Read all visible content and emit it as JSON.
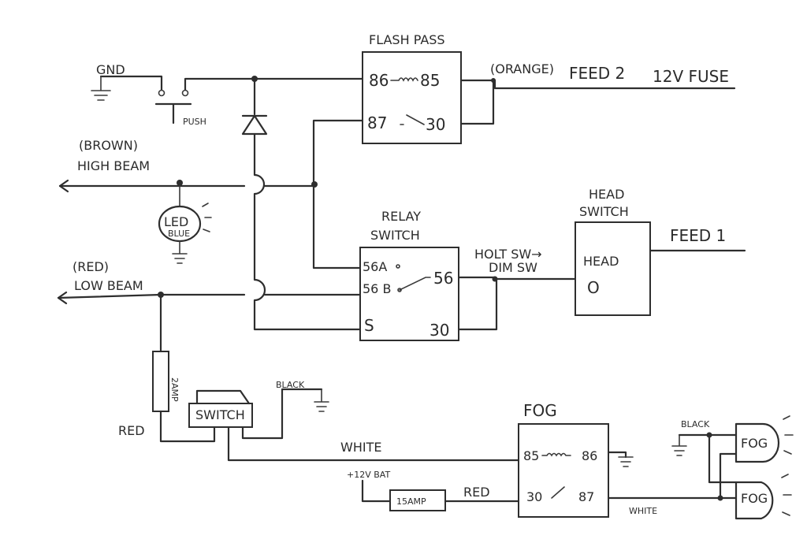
{
  "labels": {
    "gnd": "GND",
    "push": "PUSH",
    "flash_pass_title": "FLASH PASS",
    "fp_86": "86",
    "fp_85": "85",
    "fp_87": "87",
    "fp_30": "30",
    "orange": "(ORANGE)",
    "feed2": "FEED 2",
    "fuse": "12V FUSE",
    "brown": "(BROWN)",
    "high_beam": "HIGH BEAM",
    "led": "LED",
    "led_blue": "BLUE",
    "relay_switch_line1": "RELAY",
    "relay_switch_line2": "SWITCH",
    "rs_56a": "56A",
    "rs_56b": "56 B",
    "rs_56": "56",
    "rs_s": "S",
    "rs_30": "30",
    "holt_sw": "HOLT SW→",
    "dim_sw": "DIM SW",
    "head_switch_line1": "HEAD",
    "head_switch_line2": "SWITCH",
    "head": "HEAD",
    "head_o": "O",
    "feed1": "FEED 1",
    "red_paren": "(RED)",
    "low_beam": "LOW BEAM",
    "amp2": "2AMP",
    "red1": "RED",
    "switch": "SWITCH",
    "black1": "BLACK",
    "fog_title": "FOG",
    "white1": "WHITE",
    "fog_85": "85",
    "fog_86": "86",
    "fog_30": "30",
    "fog_87": "87",
    "bat": "+12V BAT",
    "amp15": "15AMP",
    "red2": "RED",
    "white2": "WHITE",
    "black2": "BLACK",
    "fog_lamp1": "FOG",
    "fog_lamp2": "FOG"
  }
}
